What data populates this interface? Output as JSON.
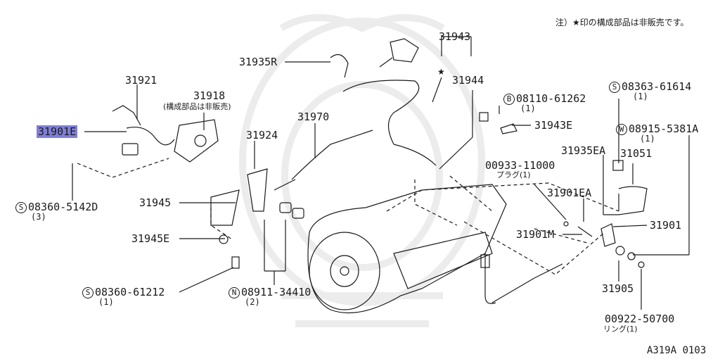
{
  "note": {
    "text": "注）★印の構成部品は非販売です。"
  },
  "ref_code": "A319A 0103",
  "colors": {
    "line": "#1a1a1a",
    "highlight": "#7f7fd8",
    "watermark": "#eeeeee"
  },
  "callouts": {
    "p31901E": "31901E",
    "p31921": "31921",
    "p31918": "31918",
    "p31918_note": "(構成部品は非販売)",
    "p31935R": "31935R",
    "p31943": "31943",
    "p31944": "31944",
    "p31970": "31970",
    "p31924": "31924",
    "p31945": "31945",
    "p31945E": "31945E",
    "p31943E": "31943E",
    "p31935EA": "31935EA",
    "p31051": "31051",
    "p31901EA": "31901EA",
    "p31901M": "31901M",
    "p31901": "31901",
    "p31905": "31905",
    "p00933": "00933-11000",
    "p00933_name": "プラグ(1)",
    "p00922": "00922-50700",
    "p00922_name": "リング(1)"
  },
  "fasteners": {
    "s08360_5142D": {
      "prefix": "S",
      "code": "08360-5142D",
      "qty": "(3)"
    },
    "s08360_61212": {
      "prefix": "S",
      "code": "08360-61212",
      "qty": "(1)"
    },
    "n08911": {
      "prefix": "N",
      "code": "08911-34410",
      "qty": "(2)"
    },
    "b08110": {
      "prefix": "B",
      "code": "08110-61262",
      "qty": "(1)"
    },
    "s08363": {
      "prefix": "S",
      "code": "08363-61614",
      "qty": "(1)"
    },
    "w08915": {
      "prefix": "W",
      "code": "08915-5381A",
      "qty": "(1)"
    }
  }
}
